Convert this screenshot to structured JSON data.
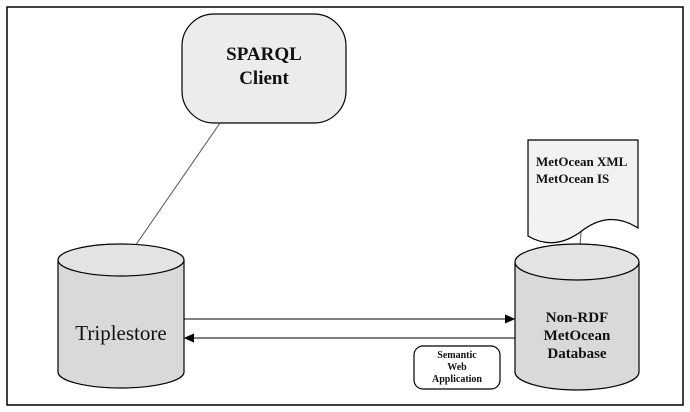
{
  "nodes": {
    "sparql_client": {
      "line1": "SPARQL",
      "line2": "Client"
    },
    "triplestore": {
      "label": "Triplestore"
    },
    "metocean_document": {
      "line1": "MetOcean XML",
      "line2": "MetOcean IS"
    },
    "non_rdf_database": {
      "line1": "Non-RDF",
      "line2": "MetOcean",
      "line3": "Database"
    },
    "semantic_web_app": {
      "line1": "Semantic",
      "line2": "Web",
      "line3": "Application"
    }
  },
  "colors": {
    "node_fill": "#d9d9d9",
    "node_fill_light": "#ececec",
    "document_fill": "#f2f2f2",
    "stroke": "#000000",
    "frame": "#000000"
  }
}
